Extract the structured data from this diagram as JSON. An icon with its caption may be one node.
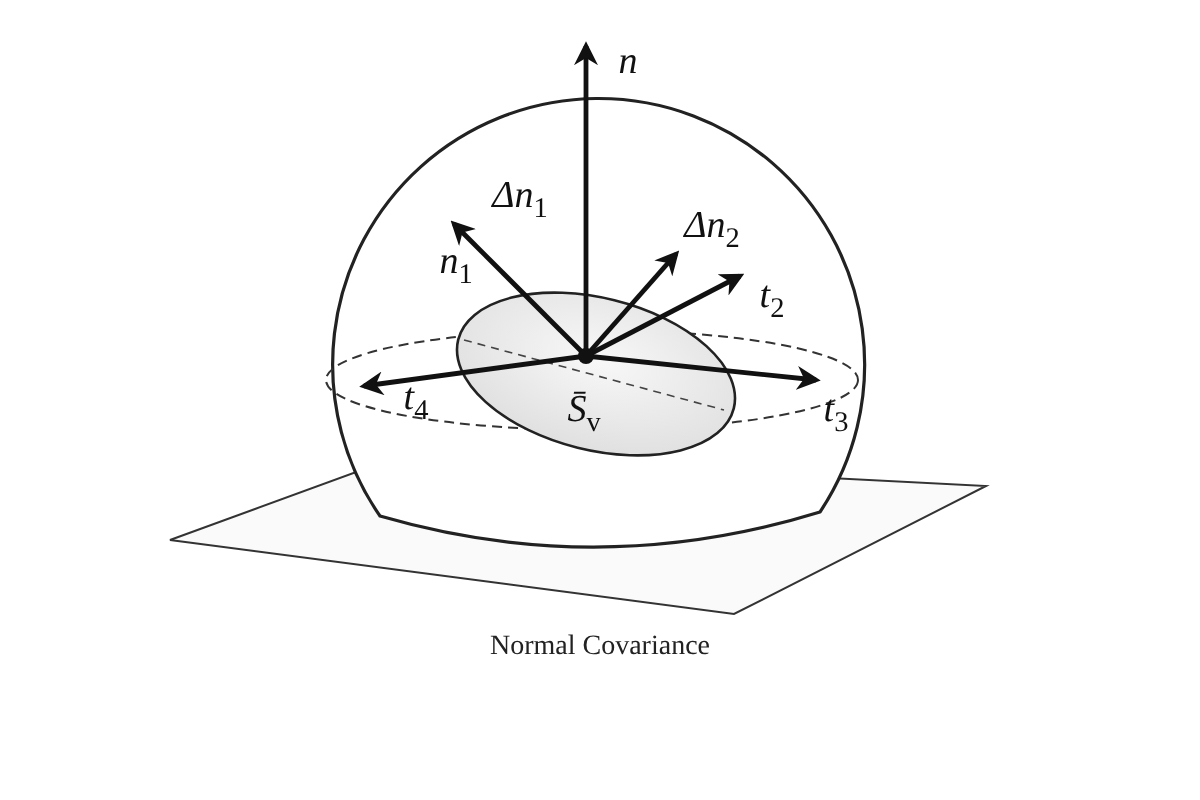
{
  "diagram": {
    "caption": "Normal Covariance",
    "labels": [
      "n",
      "Δn$_{1}$",
      "n$_{1}$",
      "Δn$_{2}$",
      "t$_{2}$",
      "t$_{4}$",
      "S̄$_{v}$",
      "t$_{3}$"
    ]
  }
}
